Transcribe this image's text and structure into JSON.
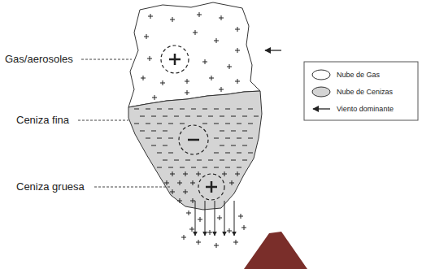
{
  "diagram": {
    "labels": [
      "Gas/aerosoles",
      "Ceniza fina",
      "Ceniza gruesa"
    ],
    "legend": [
      {
        "text": "Nube de Gas",
        "color": "#ffffff"
      },
      {
        "text": "Nube de Cenizas",
        "color": "#d4d4d4"
      },
      {
        "text": "Viento dominante"
      }
    ]
  }
}
